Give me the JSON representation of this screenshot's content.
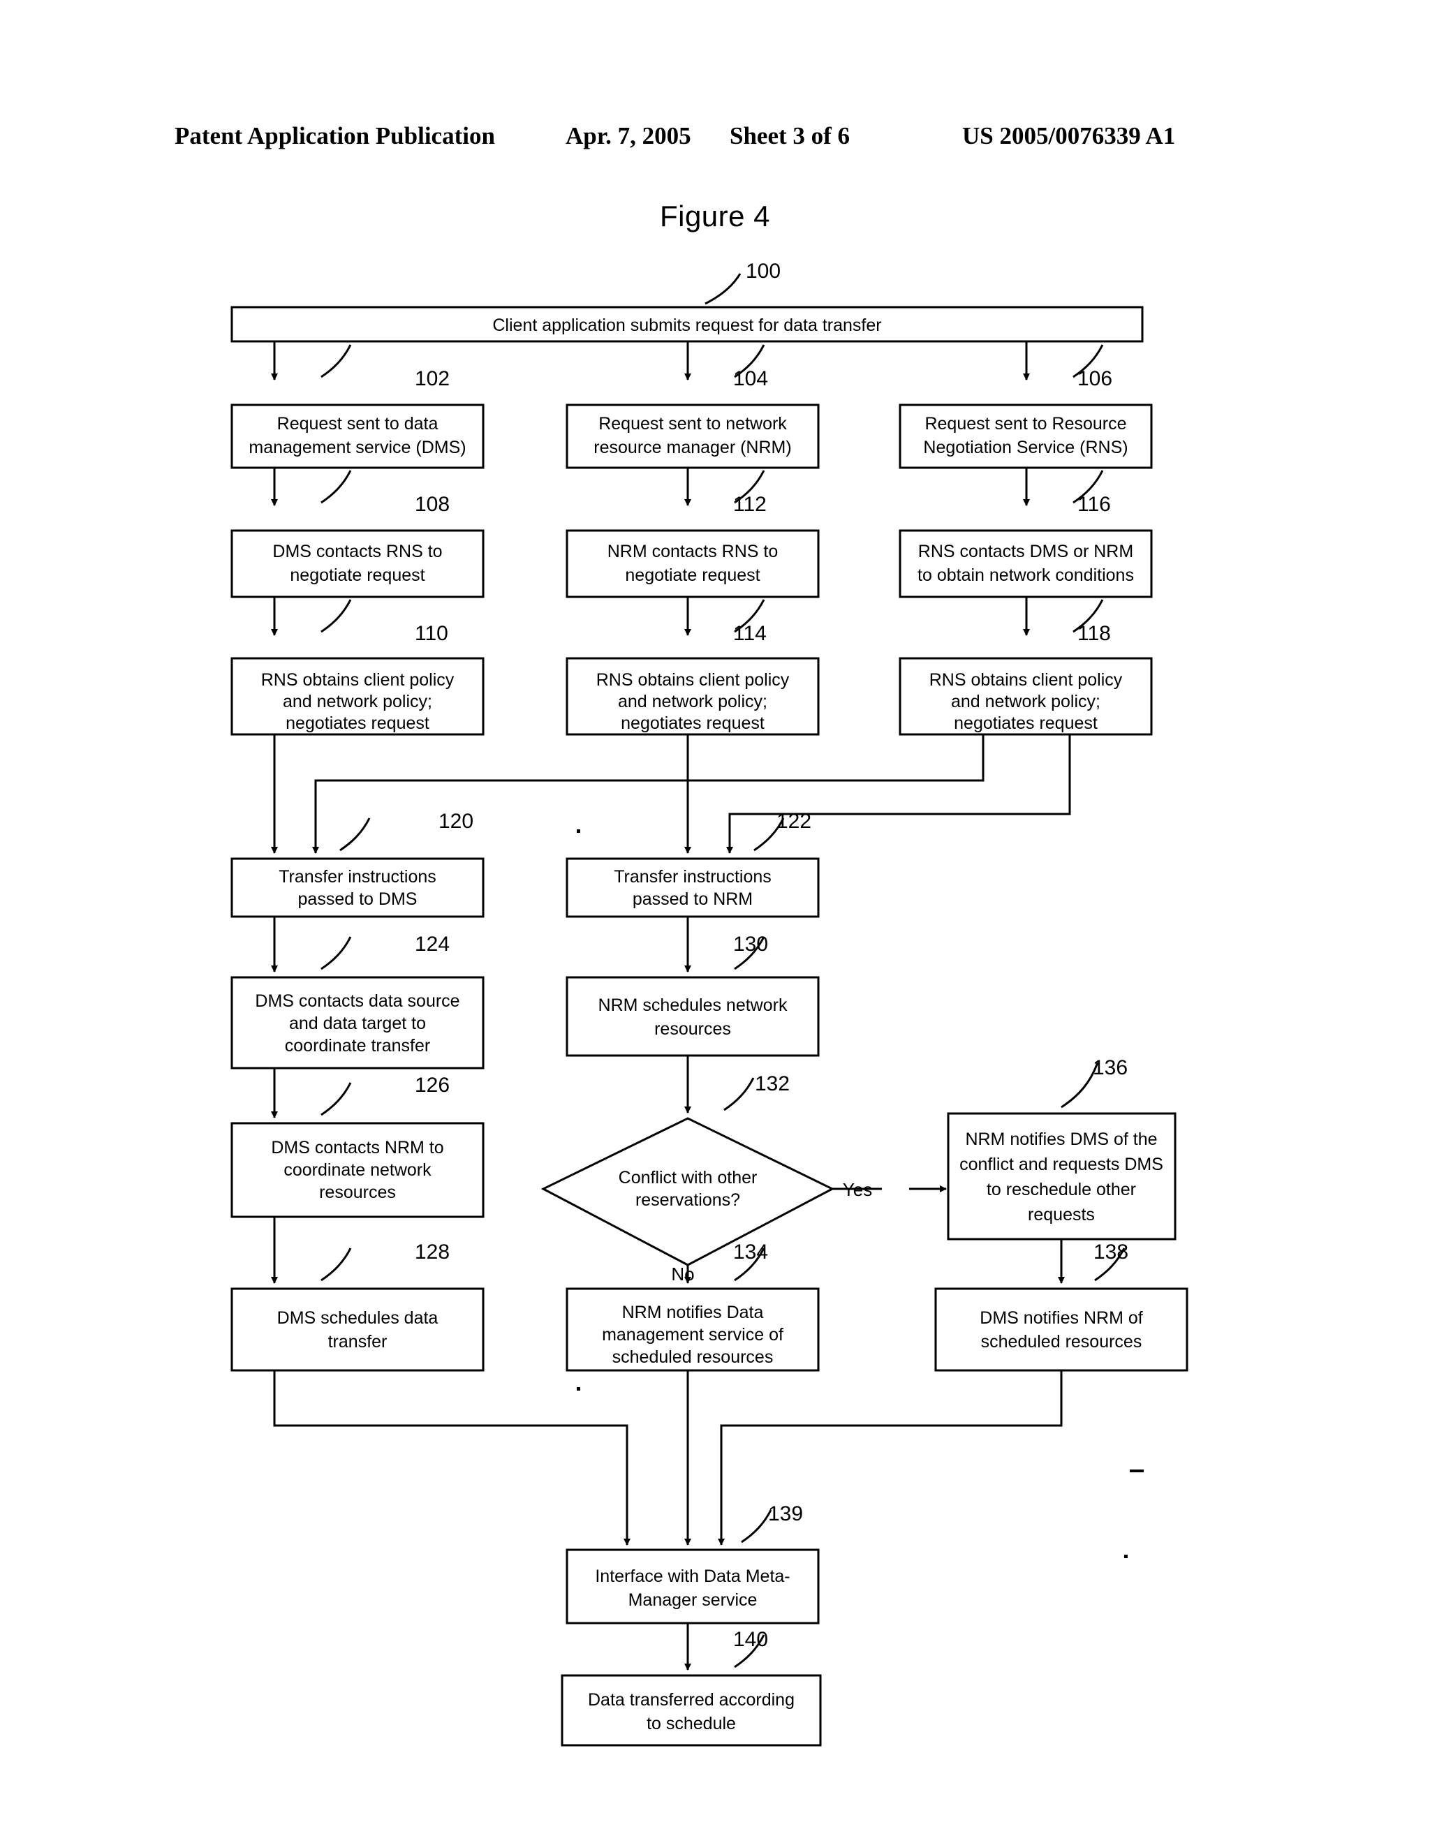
{
  "header": {
    "publication": "Patent Application Publication",
    "date": "Apr. 7, 2005",
    "sheet": "Sheet 3 of 6",
    "patent_number": "US 2005/0076339 A1"
  },
  "figure": {
    "title": "Figure 4",
    "type": "flowchart"
  },
  "nodes": [
    {
      "id": "n100",
      "ref": "100",
      "shape": "rect",
      "lines": [
        "Client application submits request for data transfer"
      ]
    },
    {
      "id": "n102",
      "ref": "102",
      "shape": "rect",
      "lines": [
        "Request sent to data",
        "management service (DMS)"
      ]
    },
    {
      "id": "n104",
      "ref": "104",
      "shape": "rect",
      "lines": [
        "Request sent to network",
        "resource manager (NRM)"
      ]
    },
    {
      "id": "n106",
      "ref": "106",
      "shape": "rect",
      "lines": [
        "Request sent to Resource",
        "Negotiation Service (RNS)"
      ]
    },
    {
      "id": "n108",
      "ref": "108",
      "shape": "rect",
      "lines": [
        "DMS contacts RNS to",
        "negotiate request"
      ]
    },
    {
      "id": "n112",
      "ref": "112",
      "shape": "rect",
      "lines": [
        "NRM contacts RNS to",
        "negotiate request"
      ]
    },
    {
      "id": "n116",
      "ref": "116",
      "shape": "rect",
      "lines": [
        "RNS contacts DMS or NRM",
        "to obtain network conditions"
      ]
    },
    {
      "id": "n110",
      "ref": "110",
      "shape": "rect",
      "lines": [
        "RNS obtains client policy",
        "and network policy;",
        "negotiates request"
      ]
    },
    {
      "id": "n114",
      "ref": "114",
      "shape": "rect",
      "lines": [
        "RNS obtains client policy",
        "and network policy;",
        "negotiates request"
      ]
    },
    {
      "id": "n118",
      "ref": "118",
      "shape": "rect",
      "lines": [
        "RNS obtains client policy",
        "and network policy;",
        "negotiates request"
      ]
    },
    {
      "id": "n120",
      "ref": "120",
      "shape": "rect",
      "lines": [
        "Transfer instructions",
        "passed to DMS"
      ]
    },
    {
      "id": "n122",
      "ref": "122",
      "shape": "rect",
      "lines": [
        "Transfer instructions",
        "passed to NRM"
      ]
    },
    {
      "id": "n124",
      "ref": "124",
      "shape": "rect",
      "lines": [
        "DMS contacts data source",
        "and data target to",
        "coordinate transfer"
      ]
    },
    {
      "id": "n130",
      "ref": "130",
      "shape": "rect",
      "lines": [
        "NRM schedules network",
        "resources"
      ]
    },
    {
      "id": "n126",
      "ref": "126",
      "shape": "rect",
      "lines": [
        "DMS contacts NRM to",
        "coordinate network",
        "resources"
      ]
    },
    {
      "id": "n132",
      "ref": "132",
      "shape": "diamond",
      "lines": [
        "Conflict with other",
        "reservations?"
      ]
    },
    {
      "id": "n136",
      "ref": "136",
      "shape": "rect",
      "lines": [
        "NRM notifies DMS of the",
        "conflict and requests DMS",
        "to reschedule other",
        "requests"
      ]
    },
    {
      "id": "n128",
      "ref": "128",
      "shape": "rect",
      "lines": [
        "DMS schedules data",
        "transfer"
      ]
    },
    {
      "id": "n134",
      "ref": "134",
      "shape": "rect",
      "lines": [
        "NRM notifies Data",
        "management service of",
        "scheduled resources"
      ]
    },
    {
      "id": "n138",
      "ref": "138",
      "shape": "rect",
      "lines": [
        "DMS notifies NRM of",
        "scheduled resources"
      ]
    },
    {
      "id": "n139",
      "ref": "139",
      "shape": "rect",
      "lines": [
        "Interface with Data Meta-",
        "Manager service"
      ]
    },
    {
      "id": "n140",
      "ref": "140",
      "shape": "rect",
      "lines": [
        "Data transferred according",
        "to schedule"
      ]
    }
  ],
  "edge_labels": {
    "yes": "Yes",
    "no": "No"
  },
  "colors": {
    "ink": "#000000",
    "paper": "#ffffff"
  }
}
